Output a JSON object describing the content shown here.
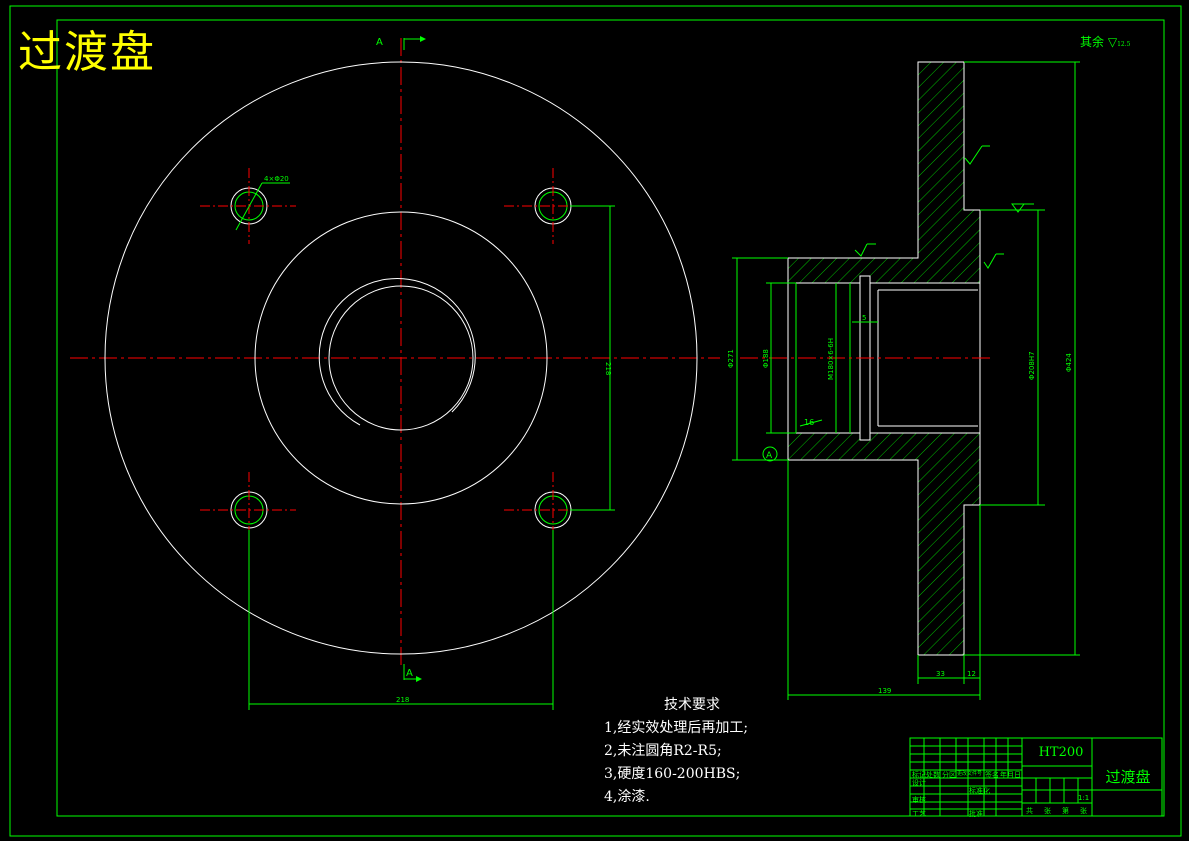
{
  "title": "过渡盘",
  "surface_note": "其余",
  "surface_note_value": "12.5",
  "section_labels": {
    "top": "A",
    "bottom": "A",
    "datum": "A"
  },
  "tech_requirements": {
    "heading": "技术要求",
    "items": [
      "1,经实效处理后再加工;",
      "2,未注圆角R2-R5;",
      "3,硬度160-200HBS;",
      "4,涂漆."
    ]
  },
  "dimensions": {
    "bolt_holes": "4×Φ20",
    "bolt_span_h": "218",
    "bolt_span_v": "218",
    "d271": "Φ271",
    "d188": "Φ188",
    "thread": "M180×6-6H",
    "d208": "Φ208H7",
    "d424": "Φ424",
    "groove": "5",
    "chamfer": "16",
    "width_33": "33",
    "width_12": "12",
    "total": "139"
  },
  "title_block": {
    "material": "HT200",
    "part_name": "过渡盘",
    "row_labels": [
      "标记",
      "处数",
      "分区",
      "更改文件号",
      "签名",
      "年月日"
    ],
    "left_labels": [
      "设计",
      "审核",
      "工艺"
    ],
    "mid_labels": [
      "标准化",
      "批准"
    ],
    "bottom_labels": [
      "共",
      "张",
      "第",
      "张"
    ],
    "scale": "1:1"
  },
  "colors": {
    "frame": "#00ff00",
    "outline": "#ffffff",
    "center": "#ff0000",
    "hatch": "#00ff00",
    "title": "#ffff00"
  }
}
